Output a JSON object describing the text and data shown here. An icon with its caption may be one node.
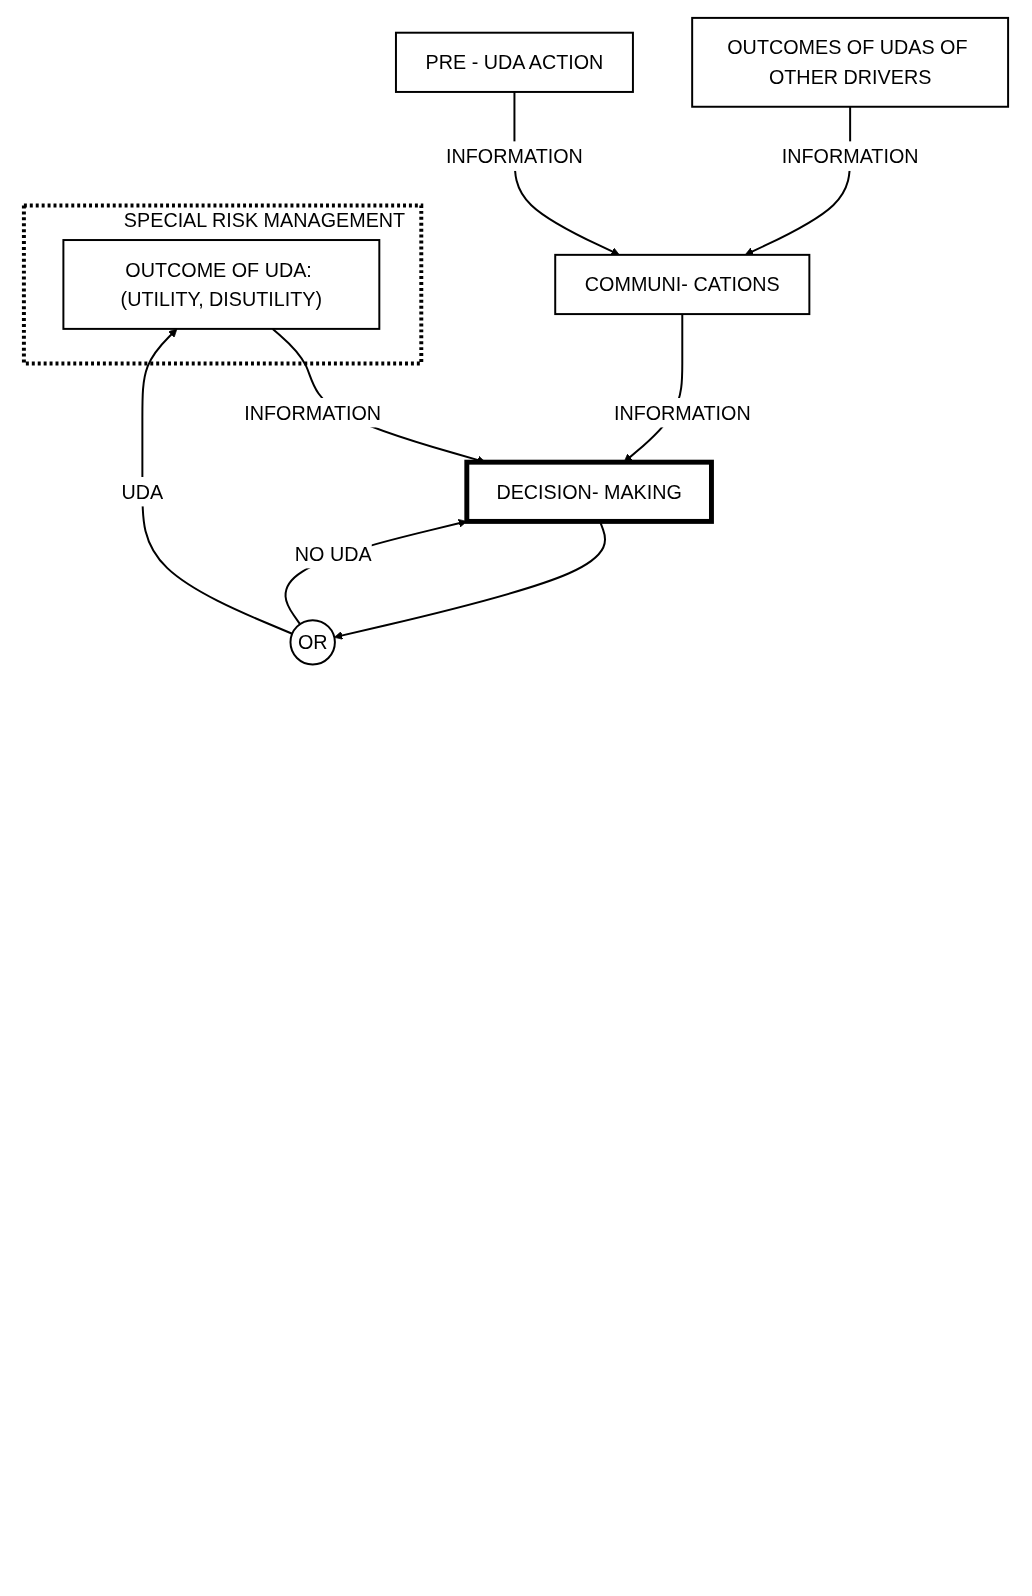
{
  "diagram": {
    "nodes": [
      {
        "text": [
          "SPECIAL RISK MANAGEMENT"
        ]
      },
      {
        "text": [
          "DECISION- MAKING"
        ]
      },
      {
        "text": [
          "OR"
        ]
      },
      {
        "text": [
          "OUTCOME OF UDA: (UTILITY, DISUTILITY)"
        ],
        "in": 0
      },
      {
        "text": [
          "COMMUNI- CATIONS"
        ]
      },
      {
        "text": [
          "OUTCOMES OF UDAS OF OTHER DRIVERS"
        ]
      },
      {
        "text": [
          "PRE - UDA ACTION"
        ]
      }
    ],
    "edges": [
      {
        "from": 3,
        "to": 1,
        "arrow": "to",
        "label": "INFORMATION"
      },
      {
        "from": 2,
        "to": 1,
        "arrow": "to",
        "label": "NO UDA"
      },
      {
        "from": 1,
        "to": 2,
        "arrow": "to"
      },
      {
        "from": 2,
        "to": 3,
        "arrow": "to",
        "label": "UDA"
      },
      {
        "from": 4,
        "to": 1,
        "arrow": "to",
        "label": "INFORMATION"
      },
      {
        "from": 5,
        "to": 4,
        "arrow": "to",
        "label": "INFORMATION"
      },
      {
        "from": 6,
        "to": 4,
        "arrow": "to",
        "label": "INFORMATION"
      }
    ]
  }
}
